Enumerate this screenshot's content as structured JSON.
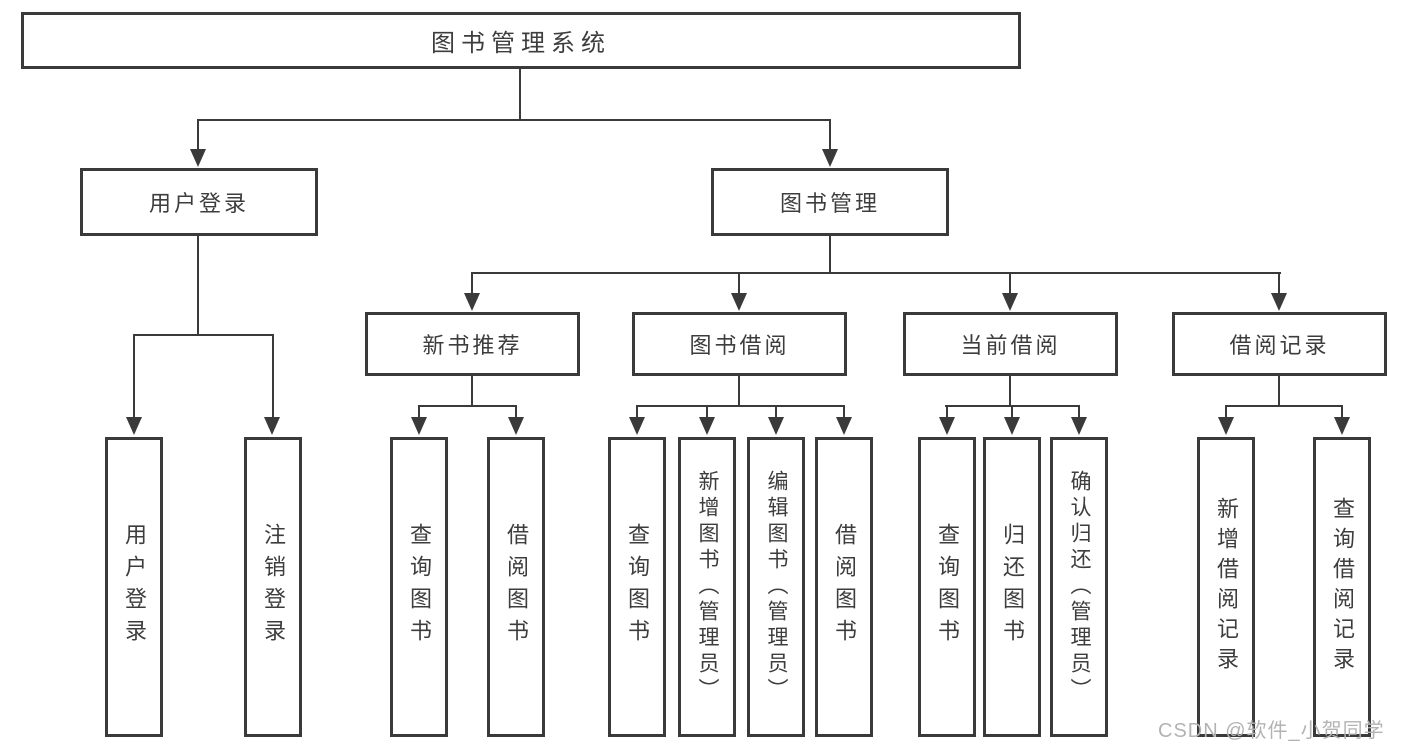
{
  "diagram": {
    "root": {
      "label": "图书管理系统"
    },
    "level2": [
      {
        "label": "用户登录"
      },
      {
        "label": "图书管理"
      }
    ],
    "level3": [
      {
        "label": "新书推荐"
      },
      {
        "label": "图书借阅"
      },
      {
        "label": "当前借阅"
      },
      {
        "label": "借阅记录"
      }
    ],
    "leaves": {
      "user_login": [
        "用户登录",
        "注销登录"
      ],
      "new_books": [
        "查询图书",
        "借阅图书"
      ],
      "book_borrow": [
        "查询图书",
        "新增图书（管理员）",
        "编辑图书（管理员）",
        "借阅图书"
      ],
      "current_borrow": [
        "查询图书",
        "归还图书",
        "确认归还（管理员）"
      ],
      "borrow_records": [
        "新增借阅记录",
        "查询借阅记录"
      ]
    }
  },
  "watermark": {
    "text": "CSDN @软件_小贺同学"
  },
  "colors": {
    "line": "#3a3a3a",
    "text": "#3d3d3d",
    "watermark": "#b3b3b3",
    "background": "#ffffff"
  }
}
